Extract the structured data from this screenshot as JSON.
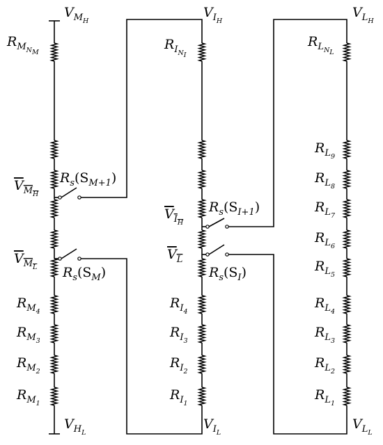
{
  "diagram": {
    "labels": {
      "m_top": {
        "base": "V",
        "sub": "M",
        "subsub": "H"
      },
      "m_bottom": {
        "base": "V",
        "sub": "H",
        "subsub": "L"
      },
      "m_res_top": {
        "base": "R",
        "sub": "M",
        "subsub": "N",
        "subsubsub": "M"
      },
      "m_vbar_h": {
        "base": "V",
        "sub": "M",
        "subsub": "H"
      },
      "m_vbar_l": {
        "base": "V",
        "sub": "M",
        "subsub": "L"
      },
      "m_switch_upper": {
        "base": "R",
        "sub": "s",
        "arg": "(S",
        "argsub": "M+1",
        "close": ")"
      },
      "m_switch_lower": {
        "base": "R",
        "sub": "s",
        "arg": "(S",
        "argsub": "M",
        "close": ")"
      },
      "m_res": [
        {
          "base": "R",
          "sub": "M",
          "subsub": "4"
        },
        {
          "base": "R",
          "sub": "M",
          "subsub": "3"
        },
        {
          "base": "R",
          "sub": "M",
          "subsub": "2"
        },
        {
          "base": "R",
          "sub": "M",
          "subsub": "1"
        }
      ],
      "i_top": {
        "base": "V",
        "sub": "I",
        "subsub": "H"
      },
      "i_bottom": {
        "base": "V",
        "sub": "I",
        "subsub": "L"
      },
      "i_res_top": {
        "base": "R",
        "sub": "I",
        "subsub": "N",
        "subsubsub": "I"
      },
      "i_vbar_h": {
        "base": "V",
        "sub": "I",
        "subsub": "H"
      },
      "i_vbar_l": {
        "base": "V",
        "sub": "L"
      },
      "i_switch_upper": {
        "base": "R",
        "sub": "s",
        "arg": "(S",
        "argsub": "I+1",
        "close": ")"
      },
      "i_switch_lower": {
        "base": "R",
        "sub": "s",
        "arg": "(S",
        "argsub": "I",
        "close": ")"
      },
      "i_res": [
        {
          "base": "R",
          "sub": "I",
          "subsub": "4"
        },
        {
          "base": "R",
          "sub": "I",
          "subsub": "3"
        },
        {
          "base": "R",
          "sub": "I",
          "subsub": "2"
        },
        {
          "base": "R",
          "sub": "I",
          "subsub": "1"
        }
      ],
      "l_top": {
        "base": "V",
        "sub": "L",
        "subsub": "H"
      },
      "l_bottom": {
        "base": "V",
        "sub": "L",
        "subsub": "L"
      },
      "l_res_top": {
        "base": "R",
        "sub": "L",
        "subsub": "N",
        "subsubsub": "L"
      },
      "l_res": [
        {
          "base": "R",
          "sub": "L",
          "subsub": "9"
        },
        {
          "base": "R",
          "sub": "L",
          "subsub": "8"
        },
        {
          "base": "R",
          "sub": "L",
          "subsub": "7"
        },
        {
          "base": "R",
          "sub": "L",
          "subsub": "6"
        },
        {
          "base": "R",
          "sub": "L",
          "subsub": "5"
        },
        {
          "base": "R",
          "sub": "L",
          "subsub": "4"
        },
        {
          "base": "R",
          "sub": "L",
          "subsub": "3"
        },
        {
          "base": "R",
          "sub": "L",
          "subsub": "2"
        },
        {
          "base": "R",
          "sub": "L",
          "subsub": "1"
        }
      ]
    }
  }
}
